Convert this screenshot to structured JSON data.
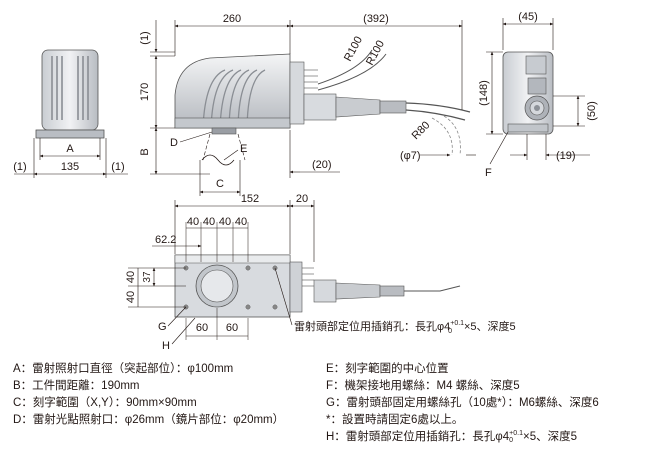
{
  "top_dims": {
    "d260": "260",
    "d392": "(392)",
    "d45": "(45)",
    "d1a": "(1)",
    "d170": "170",
    "dB": "B",
    "dD": "D",
    "dE": "E",
    "dC": "C",
    "d20a": "(20)",
    "dR100a": "R100",
    "dR100b": "R100",
    "dR80": "R80",
    "dphi7": "(φ7)",
    "dF": "F",
    "d148": "(148)",
    "d50": "(50)",
    "d19": "(19)",
    "dA": "A",
    "d1l": "(1)",
    "d135": "135",
    "d1r": "(1)"
  },
  "bottom_dims": {
    "d152": "152",
    "d20b": "20",
    "d40_1": "40",
    "d40_2": "40",
    "d40_3": "40",
    "d40_4": "40",
    "d62": "62.2",
    "d37": "37",
    "d40v1": "40",
    "d40v2": "40",
    "dG": "G",
    "dH": "H",
    "d60a": "60",
    "d60b": "60"
  },
  "callout": {
    "prefix": "雷射頭部定位用插銷孔：長孔φ4",
    "tol_sup": "+0.1",
    "tol_sub": "0",
    "suffix": "×5、深度5"
  },
  "legend": {
    "left": [
      "A：雷射照射口直徑（突起部位）：φ100mm",
      "B：工件間距離：190mm",
      "C：刻字範圍（X,Y）：90mm×90mm",
      "D：雷射光點照射口：φ26mm（鏡片部位：φ20mm）"
    ],
    "right": [
      "E：刻字範圍的中心位置",
      "F：機架接地用螺絲：M4 螺絲、深度5",
      "G：雷射頭部固定用螺絲孔（10處*）：M6螺絲、深度6",
      "*：設置時請固定6處以上。"
    ],
    "h_prefix": "H：雷射頭部定位用插銷孔：長孔φ4",
    "h_tol_sup": "+0.1",
    "h_tol_sub": "0",
    "h_suffix": "×5、深度5"
  }
}
